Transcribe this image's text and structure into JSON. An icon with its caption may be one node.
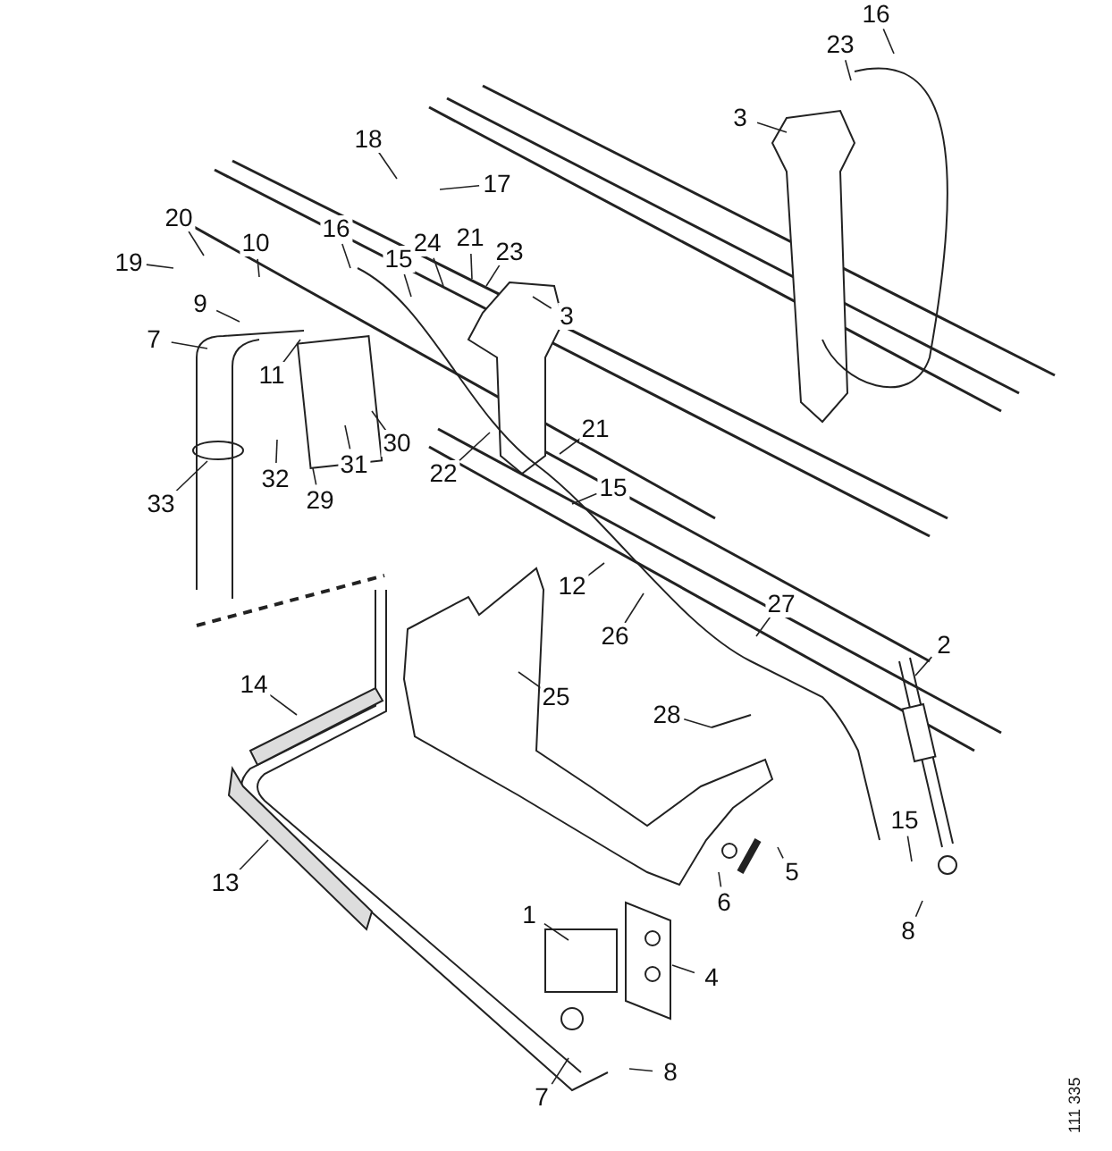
{
  "diagram": {
    "nodes": [
      {
        "text": [
          "16"
        ]
      },
      {
        "text": [
          "23"
        ]
      },
      {
        "text": [
          "3"
        ]
      },
      {
        "text": [
          "18"
        ]
      },
      {
        "text": [
          "17"
        ]
      },
      {
        "text": [
          "20"
        ]
      },
      {
        "text": [
          "10"
        ]
      },
      {
        "text": [
          "16"
        ]
      },
      {
        "text": [
          "24"
        ]
      },
      {
        "text": [
          "21"
        ]
      },
      {
        "text": [
          "23"
        ]
      },
      {
        "text": [
          "15"
        ]
      },
      {
        "text": [
          "19"
        ]
      },
      {
        "text": [
          "3"
        ]
      },
      {
        "text": [
          "9"
        ]
      },
      {
        "text": [
          "7"
        ]
      },
      {
        "text": [
          "11"
        ]
      },
      {
        "text": [
          "21"
        ]
      },
      {
        "text": [
          "22"
        ]
      },
      {
        "text": [
          "15"
        ]
      },
      {
        "text": [
          "33"
        ]
      },
      {
        "text": [
          "32"
        ]
      },
      {
        "text": [
          "30"
        ]
      },
      {
        "text": [
          "31"
        ]
      },
      {
        "text": [
          "29"
        ]
      },
      {
        "text": [
          "12"
        ]
      },
      {
        "text": [
          "26"
        ]
      },
      {
        "text": [
          "27"
        ]
      },
      {
        "text": [
          "2"
        ]
      },
      {
        "text": [
          "14"
        ]
      },
      {
        "text": [
          "25"
        ]
      },
      {
        "text": [
          "28"
        ]
      },
      {
        "text": [
          "13"
        ]
      },
      {
        "text": [
          "15"
        ]
      },
      {
        "text": [
          "5"
        ]
      },
      {
        "text": [
          "6"
        ]
      },
      {
        "text": [
          "1"
        ]
      },
      {
        "text": [
          "4"
        ]
      },
      {
        "text": [
          "8"
        ]
      },
      {
        "text": [
          "7"
        ]
      },
      {
        "text": [
          "8"
        ]
      }
    ],
    "edges": [
      {
        "from": 0,
        "to": null,
        "arrow": "none"
      },
      {
        "from": 1,
        "to": null,
        "arrow": "none"
      },
      {
        "from": 2,
        "to": null,
        "arrow": "none"
      },
      {
        "from": 3,
        "to": null,
        "arrow": "none"
      },
      {
        "from": 4,
        "to": null,
        "arrow": "none"
      },
      {
        "from": 5,
        "to": null,
        "arrow": "none"
      },
      {
        "from": 6,
        "to": null,
        "arrow": "none"
      },
      {
        "from": 7,
        "to": null,
        "arrow": "none"
      },
      {
        "from": 8,
        "to": null,
        "arrow": "none"
      },
      {
        "from": 9,
        "to": null,
        "arrow": "none"
      },
      {
        "from": 10,
        "to": null,
        "arrow": "none"
      },
      {
        "from": 11,
        "to": null,
        "arrow": "none"
      },
      {
        "from": 12,
        "to": null,
        "arrow": "none"
      },
      {
        "from": 13,
        "to": null,
        "arrow": "none"
      },
      {
        "from": 14,
        "to": null,
        "arrow": "none"
      },
      {
        "from": 15,
        "to": null,
        "arrow": "none"
      },
      {
        "from": 16,
        "to": null,
        "arrow": "none"
      },
      {
        "from": 17,
        "to": null,
        "arrow": "none"
      },
      {
        "from": 18,
        "to": null,
        "arrow": "none"
      },
      {
        "from": 19,
        "to": null,
        "arrow": "none"
      },
      {
        "from": 20,
        "to": null,
        "arrow": "none"
      },
      {
        "from": 21,
        "to": null,
        "arrow": "none"
      },
      {
        "from": 22,
        "to": null,
        "arrow": "none"
      },
      {
        "from": 23,
        "to": null,
        "arrow": "none"
      },
      {
        "from": 24,
        "to": null,
        "arrow": "none"
      },
      {
        "from": 25,
        "to": null,
        "arrow": "none"
      },
      {
        "from": 26,
        "to": null,
        "arrow": "none"
      },
      {
        "from": 27,
        "to": null,
        "arrow": "none"
      },
      {
        "from": 28,
        "to": null,
        "arrow": "none"
      },
      {
        "from": 29,
        "to": null,
        "arrow": "none"
      },
      {
        "from": 30,
        "to": null,
        "arrow": "none"
      },
      {
        "from": 31,
        "to": null,
        "arrow": "none"
      },
      {
        "from": 32,
        "to": null,
        "arrow": "none"
      },
      {
        "from": 33,
        "to": null,
        "arrow": "none"
      },
      {
        "from": 34,
        "to": null,
        "arrow": "none"
      },
      {
        "from": 35,
        "to": null,
        "arrow": "none"
      },
      {
        "from": 36,
        "to": null,
        "arrow": "none"
      },
      {
        "from": 37,
        "to": null,
        "arrow": "none"
      },
      {
        "from": 38,
        "to": null,
        "arrow": "none"
      },
      {
        "from": 39,
        "to": null,
        "arrow": "none"
      },
      {
        "from": 40,
        "to": null,
        "arrow": "none"
      }
    ],
    "labels": [
      "111 335"
    ]
  }
}
